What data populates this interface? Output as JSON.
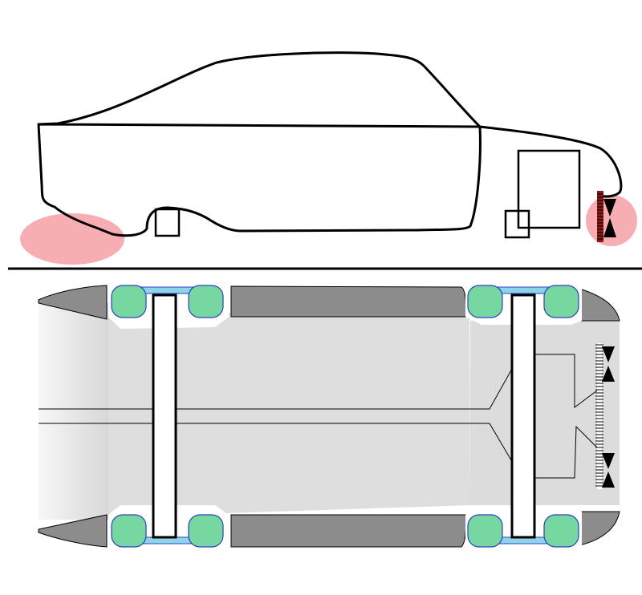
{
  "diagram": {
    "type": "vehicle-schematic",
    "views": [
      "side",
      "top"
    ],
    "colors": {
      "outline": "#000000",
      "highlight": "#f4a0a6",
      "tire": "#76d7a0",
      "tire_edge": "#2b3fc4",
      "axle_strut": "#8fd3e8",
      "body_side_panel": "#8c8c8c",
      "floor": "#dedede",
      "divider": "#000000"
    },
    "components": {
      "side_view": [
        "body-outline",
        "rear-highlight",
        "front-highlight",
        "rear-axle-box",
        "front-axle-box",
        "engine-box",
        "front-bumper-sensor"
      ],
      "top_view": [
        "chassis-floor",
        "left-side-panel",
        "right-side-panel",
        "rear-axle",
        "front-axle",
        "wheels",
        "wiring-harness",
        "front-bumper-sensors"
      ]
    }
  }
}
